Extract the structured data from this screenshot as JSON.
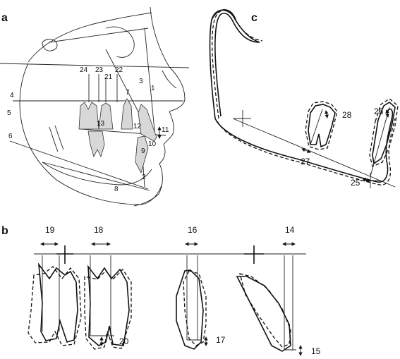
{
  "panels": {
    "a": {
      "letter": "a",
      "labels": [
        "24",
        "23",
        "22",
        "21",
        "3",
        "1",
        "7",
        "4",
        "5",
        "6",
        "13",
        "12",
        "11",
        "10",
        "9",
        "2",
        "8"
      ]
    },
    "b": {
      "letter": "b",
      "top_labels": [
        "19",
        "18",
        "16",
        "14"
      ],
      "side_labels": [
        "20",
        "17",
        "15"
      ]
    },
    "c": {
      "letter": "c",
      "labels": [
        "28",
        "26",
        "27",
        "25"
      ]
    }
  }
}
